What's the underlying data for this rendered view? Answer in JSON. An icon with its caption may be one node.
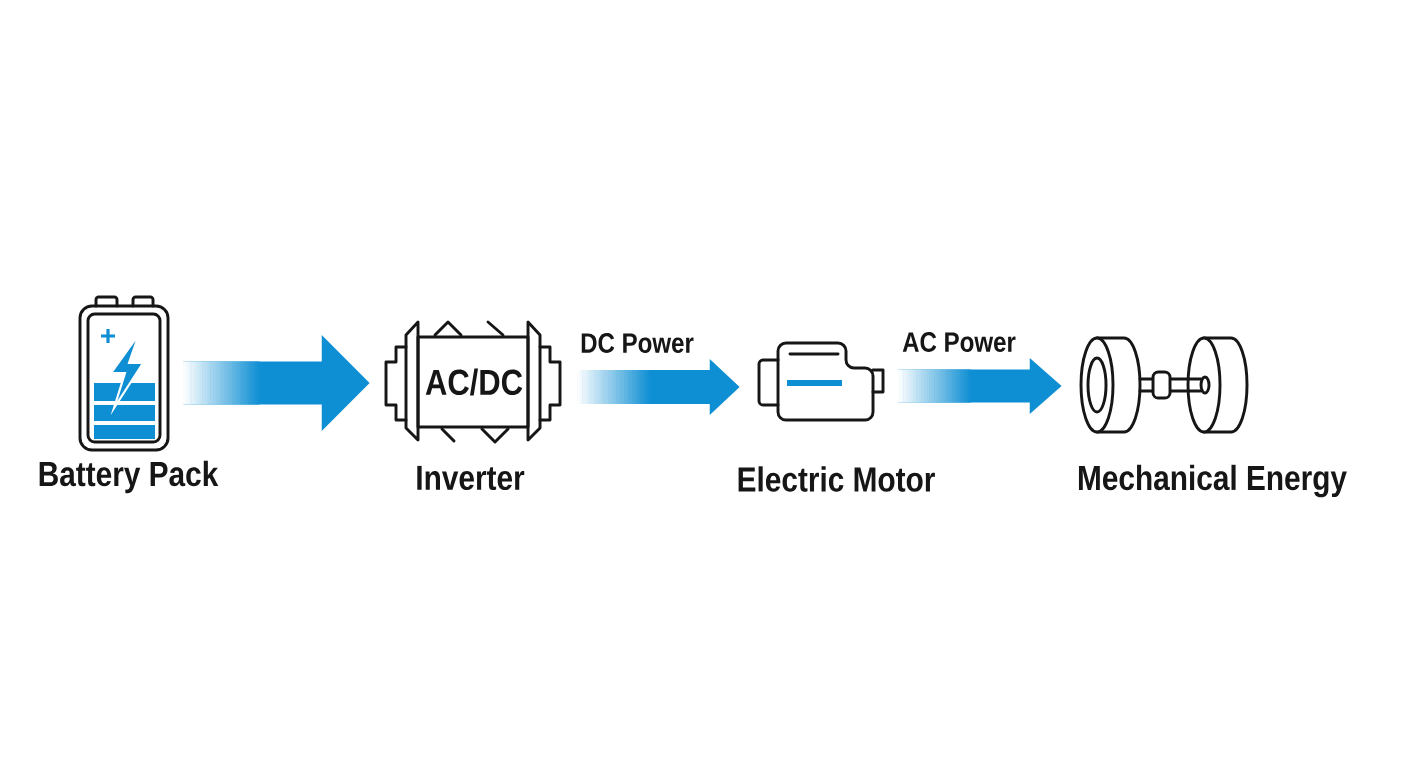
{
  "diagram": {
    "nodes": [
      {
        "text": [
          "Battery Pack"
        ]
      },
      {
        "text": [
          "AC/DC",
          "Inverter"
        ]
      },
      {
        "text": [
          "Electric Motor"
        ]
      },
      {
        "text": [
          "Mechanical Energy"
        ]
      }
    ],
    "edges": [
      {
        "from": 0,
        "to": 1,
        "arrow": "to"
      },
      {
        "from": 1,
        "to": 2,
        "arrow": "to",
        "label": "DC Power"
      },
      {
        "from": 2,
        "to": 3,
        "arrow": "to",
        "label": "AC Power"
      }
    ]
  }
}
